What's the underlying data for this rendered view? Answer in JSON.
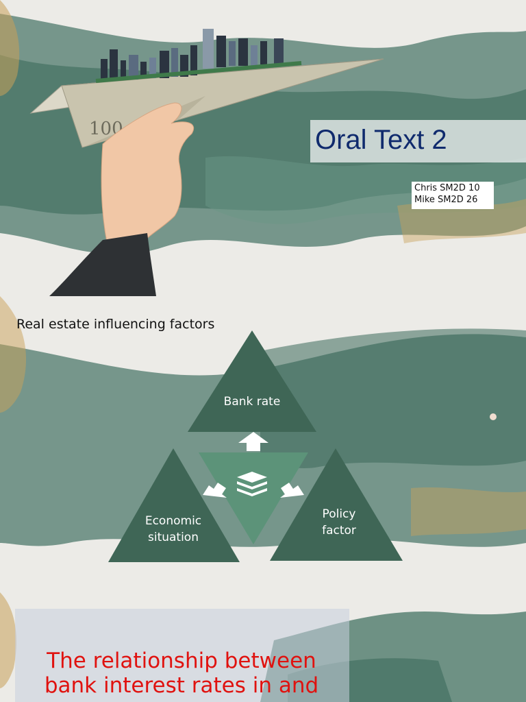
{
  "slide1": {
    "title": "Oral Text 2",
    "authors": [
      "Chris SM2D 10",
      "Mike SM2D 26"
    ],
    "banknote_text": "100"
  },
  "slide2": {
    "heading": "Real estate influencing factors",
    "factors": {
      "top": "Bank rate",
      "left": [
        "Economic",
        "situation"
      ],
      "right": [
        "Policy",
        "factor"
      ]
    },
    "center_icon": "layers-icon"
  },
  "slide3": {
    "text_lines": [
      "The relationship between",
      "bank interest rates in  and"
    ]
  },
  "colors": {
    "title_blue": "#0f2a6d",
    "triangle_dark": "#3f6656",
    "triangle_light": "#5c9379",
    "watercolor": "#4f7a6c",
    "gold": "#c9a15a",
    "red_text": "#e0120f"
  }
}
